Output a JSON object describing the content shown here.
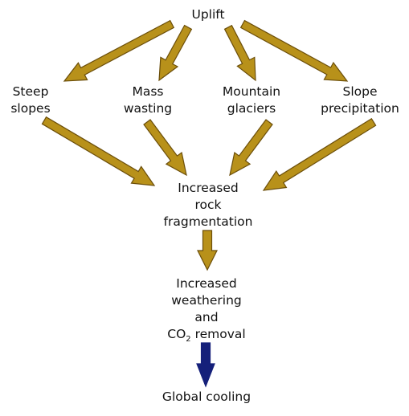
{
  "diagram": {
    "nodes": {
      "uplift": [
        "Uplift"
      ],
      "steep_slopes": [
        "Steep",
        "slopes"
      ],
      "mass_wasting": [
        "Mass",
        "wasting"
      ],
      "mountain_glaciers": [
        "Mountain",
        "glaciers"
      ],
      "slope_precipitation": [
        "Slope",
        "precipitation"
      ],
      "rock_fragmentation": [
        "Increased",
        "rock",
        "fragmentation"
      ],
      "weathering": [
        "Increased",
        "weathering",
        "and"
      ],
      "co2_removal": {
        "prefix": "CO",
        "subscript": "2",
        "suffix": " removal"
      },
      "global_cooling": [
        "Global cooling"
      ]
    },
    "colors": {
      "arrow_fill": "#b8911a",
      "arrow_stroke": "#6b4e0a",
      "cooling_arrow": "#15207a",
      "text": "#111111"
    }
  }
}
